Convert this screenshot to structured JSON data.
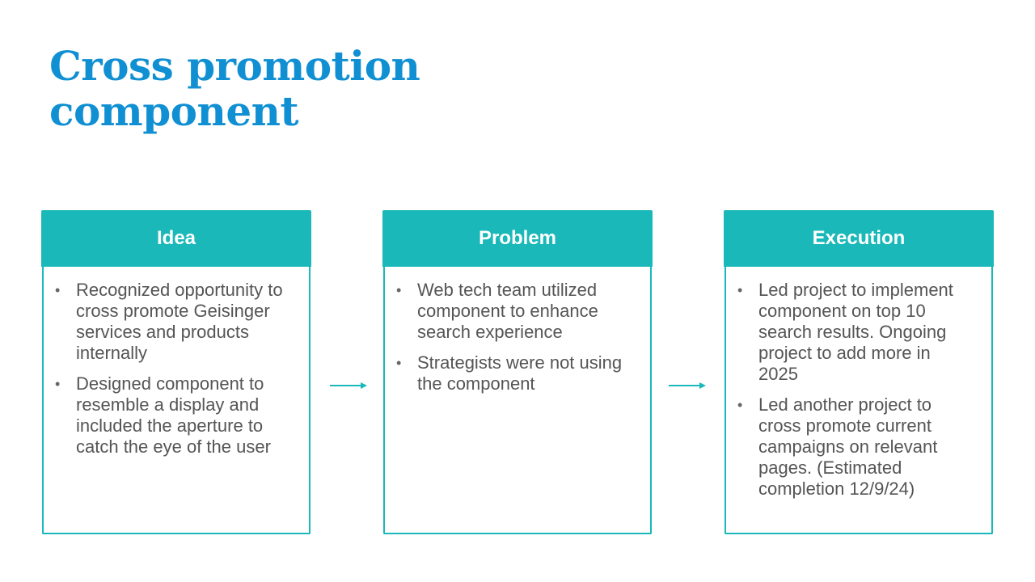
{
  "slide": {
    "title_line1": "Cross promotion",
    "title_line2": "component"
  },
  "colors": {
    "title": "#1090d3",
    "accent": "#1ab8b8",
    "body_text": "#555555"
  },
  "cards": [
    {
      "heading": "Idea",
      "bullets": [
        "Recognized opportunity to cross promote Geisinger services and products internally",
        "Designed component to resemble a display and included the aperture to catch the eye of the user"
      ]
    },
    {
      "heading": "Problem",
      "bullets": [
        "Web tech team utilized component to enhance search experience",
        "Strategists were not using the component"
      ]
    },
    {
      "heading": "Execution",
      "bullets": [
        "Led project to implement component on top 10 search results. Ongoing project to add more in 2025",
        "Led another project to cross promote current campaigns on relevant pages. (Estimated completion 12/9/24)"
      ]
    }
  ],
  "icons": {
    "bullet": "•",
    "flow_arrow": "right-arrow-icon"
  }
}
